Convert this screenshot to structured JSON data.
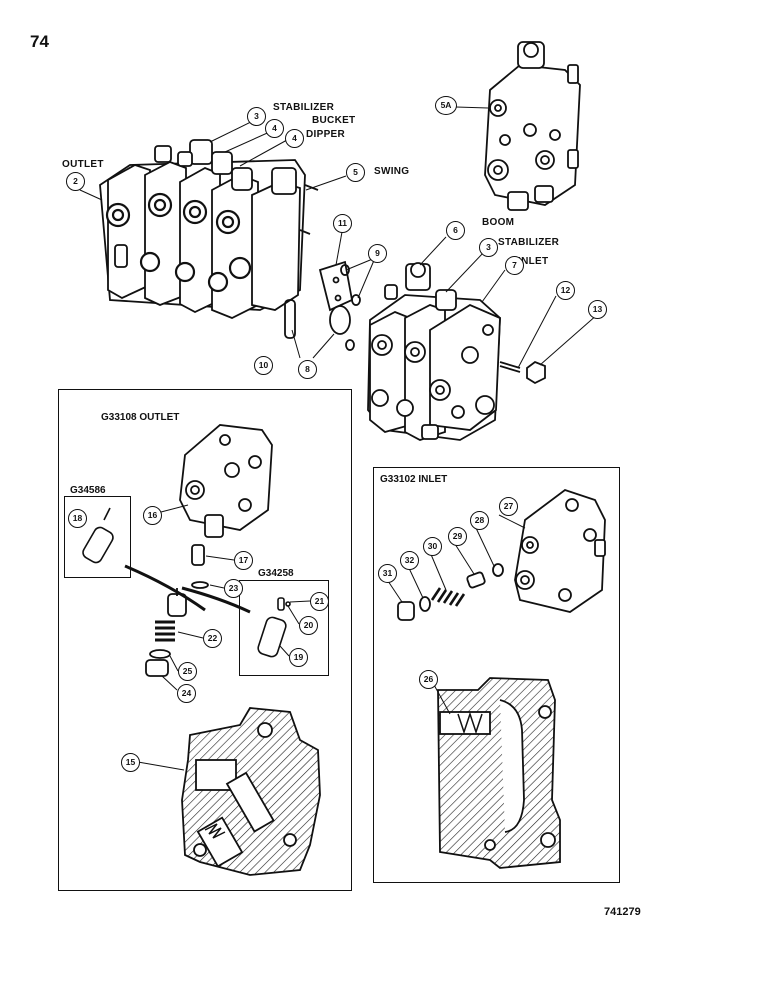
{
  "page": {
    "number": "74",
    "drawing_code": "741279"
  },
  "labels": {
    "stabilizer_top": "STABILIZER",
    "bucket": "BUCKET",
    "dipper": "DIPPER",
    "outlet": "OUTLET",
    "swing": "SWING",
    "boom": "BOOM",
    "stabilizer_mid": "STABILIZER",
    "inlet": "INLET"
  },
  "panels": {
    "outlet": {
      "title": "G33108 OUTLET"
    },
    "g34586": {
      "title": "G34586"
    },
    "g34258": {
      "title": "G34258"
    },
    "inlet": {
      "title": "G33102 INLET"
    }
  },
  "callouts": {
    "c3a": "3",
    "c4a": "4",
    "c4b": "4",
    "c2": "2",
    "c5": "5",
    "c5a": "5A",
    "c11": "11",
    "c9": "9",
    "c10": "10",
    "c8": "8",
    "c6": "6",
    "c3b": "3",
    "c7": "7",
    "c12": "12",
    "c13": "13",
    "c16": "16",
    "c18": "18",
    "c17": "17",
    "c23": "23",
    "c21": "21",
    "c20": "20",
    "c22": "22",
    "c19": "19",
    "c25": "25",
    "c24": "24",
    "c15": "15",
    "c27": "27",
    "c28": "28",
    "c29": "29",
    "c30": "30",
    "c32": "32",
    "c31": "31",
    "c26": "26"
  }
}
